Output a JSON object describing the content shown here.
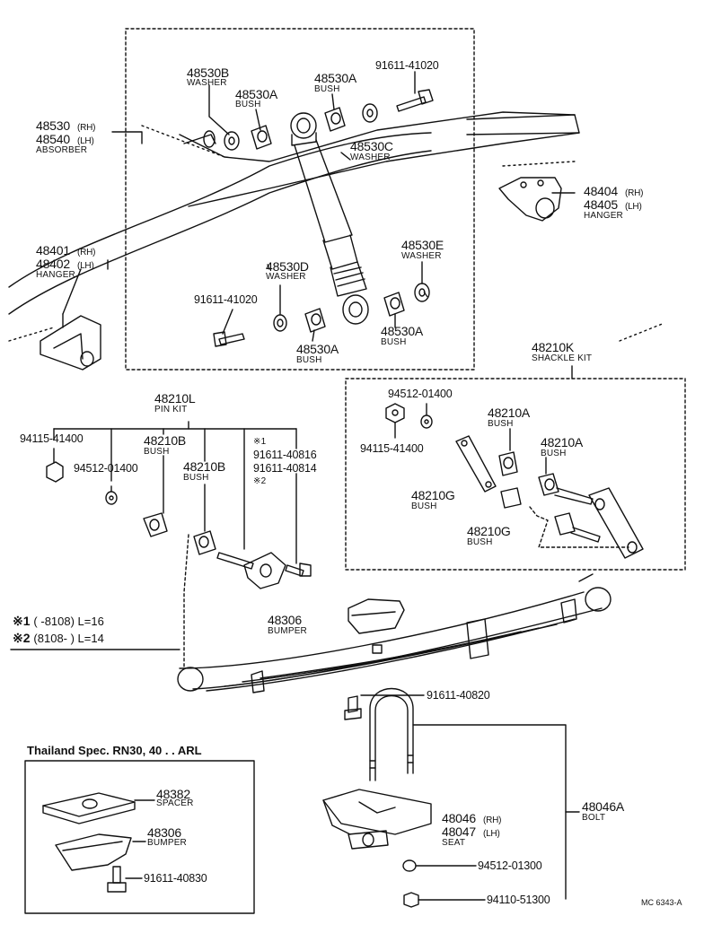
{
  "shock": {
    "p48530b": {
      "num": "48530B",
      "name": "WASHER"
    },
    "p48530a_top_left": {
      "num": "48530A",
      "name": "BUSH"
    },
    "p48530a_top_right": {
      "num": "48530A",
      "name": "BUSH"
    },
    "bolt_top": {
      "num": "91611-41020"
    },
    "p48530c": {
      "num": "48530C",
      "name": "WASHER"
    },
    "absorber": {
      "num_rh": "48530",
      "side_rh": "(RH)",
      "num_lh": "48540",
      "side_lh": "(LH)",
      "name": "ABSORBER"
    },
    "p48530e": {
      "num": "48530E",
      "name": "WASHER"
    },
    "p48530d": {
      "num": "48530D",
      "name": "WASHER"
    },
    "bolt_lower": {
      "num": "91611-41020"
    },
    "p48530a_lower_mid": {
      "num": "48530A",
      "name": "BUSH"
    },
    "p48530a_lower_right": {
      "num": "48530A",
      "name": "BUSH"
    }
  },
  "hangers": {
    "front": {
      "num_rh": "48401",
      "side_rh": "(RH)",
      "num_lh": "48402",
      "side_lh": "(LH)",
      "name": "HANGER"
    },
    "rear": {
      "num_rh": "48404",
      "side_rh": "(RH)",
      "num_lh": "48405",
      "side_lh": "(LH)",
      "name": "HANGER"
    }
  },
  "pin_kit": {
    "header": {
      "num": "48210L",
      "name": "PIN KIT"
    },
    "nut": {
      "num": "94115-41400"
    },
    "washer": {
      "num": "94512-01400"
    },
    "bush_a": {
      "num": "48210B",
      "name": "BUSH"
    },
    "bush_b": {
      "num": "48210B",
      "name": "BUSH"
    },
    "bolt_note1": "※1",
    "bolt_num1": "91611-40816",
    "bolt_num2": "91611-40814",
    "bolt_note2": "※2"
  },
  "notes": {
    "n1_mark": "※1",
    "n1_text": "(      -8108) L=16",
    "n2_mark": "※2",
    "n2_text": "(8108-        ) L=14"
  },
  "shackle_kit": {
    "header": {
      "num": "48210K",
      "name": "SHACKLE KIT"
    },
    "washer": {
      "num": "94512-01400"
    },
    "nut": {
      "num": "94115-41400"
    },
    "bush_a1": {
      "num": "48210A",
      "name": "BUSH"
    },
    "bush_a2": {
      "num": "48210A",
      "name": "BUSH"
    },
    "bush_g1": {
      "num": "48210G",
      "name": "BUSH"
    },
    "bush_g2": {
      "num": "48210G",
      "name": "BUSH"
    }
  },
  "spring": {
    "bumper": {
      "num": "48306",
      "name": "BUMPER"
    },
    "bolt": {
      "num": "91611-40820"
    },
    "u_bolt": {
      "num": "48046A",
      "name": "BOLT"
    },
    "seat": {
      "num_rh": "48046",
      "side_rh": "(RH)",
      "num_lh": "48047",
      "side_lh": "(LH)",
      "name": "SEAT"
    },
    "washer": {
      "num": "94512-01300"
    },
    "nut": {
      "num": "94110-51300"
    }
  },
  "thailand": {
    "title": "Thailand Spec. RN30, 40 . . ARL",
    "spacer": {
      "num": "48382",
      "name": "SPACER"
    },
    "bumper": {
      "num": "48306",
      "name": "BUMPER"
    },
    "bolt": {
      "num": "91611-40830"
    }
  },
  "ref_code": "MC 6343-A",
  "colors": {
    "ink": "#111111",
    "paper": "#ffffff"
  }
}
